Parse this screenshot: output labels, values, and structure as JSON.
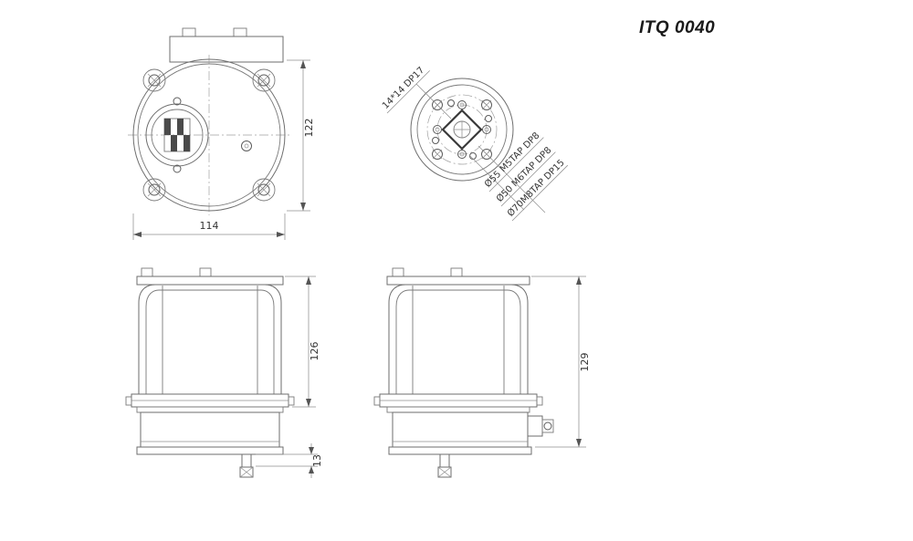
{
  "title": "ITQ 0040",
  "views": {
    "top": {
      "dim_height": "122",
      "dim_width": "114"
    },
    "mounting_face": {
      "label_square_drive": "14*14 DP17",
      "label_bolt_circle_55": "Ø55 M5TAP DP8",
      "label_bolt_circle_50": "Ø50 M6TAP DP8",
      "label_bolt_circle_70": "Ø70M8TAP DP15"
    },
    "front": {
      "dim_height": "126",
      "dim_shaft": "13"
    },
    "side": {
      "dim_height": "129"
    }
  }
}
